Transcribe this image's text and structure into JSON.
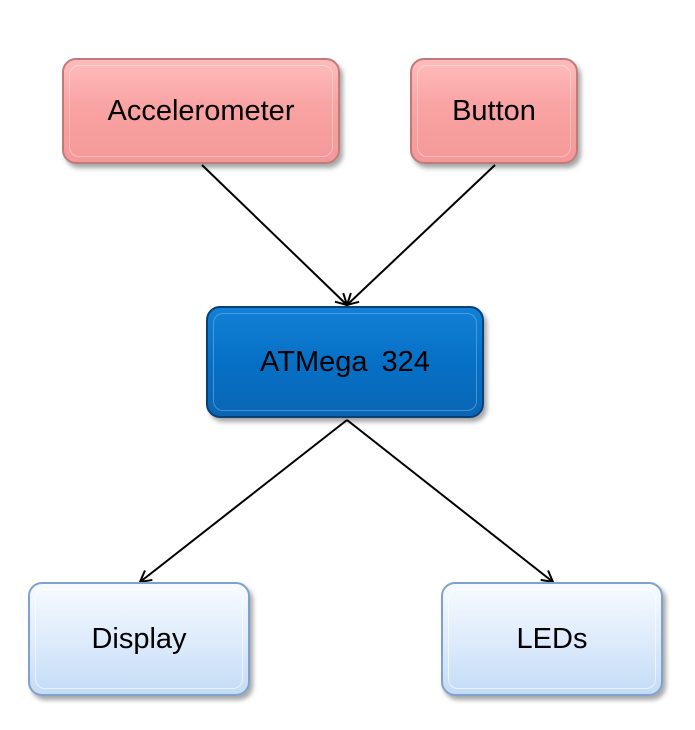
{
  "nodes": {
    "accelerometer": {
      "label": "Accelerometer",
      "color": "#f9a3a3"
    },
    "button": {
      "label": "Button",
      "color": "#f9a3a3"
    },
    "mcu": {
      "label": "ATMega 324",
      "color": "#0670c6"
    },
    "display": {
      "label": "Display",
      "color": "#dceafb"
    },
    "leds": {
      "label": "LEDs",
      "color": "#dceafb"
    }
  },
  "edges": [
    {
      "from": "accelerometer",
      "to": "mcu"
    },
    {
      "from": "button",
      "to": "mcu"
    },
    {
      "from": "mcu",
      "to": "display"
    },
    {
      "from": "mcu",
      "to": "leds"
    }
  ]
}
